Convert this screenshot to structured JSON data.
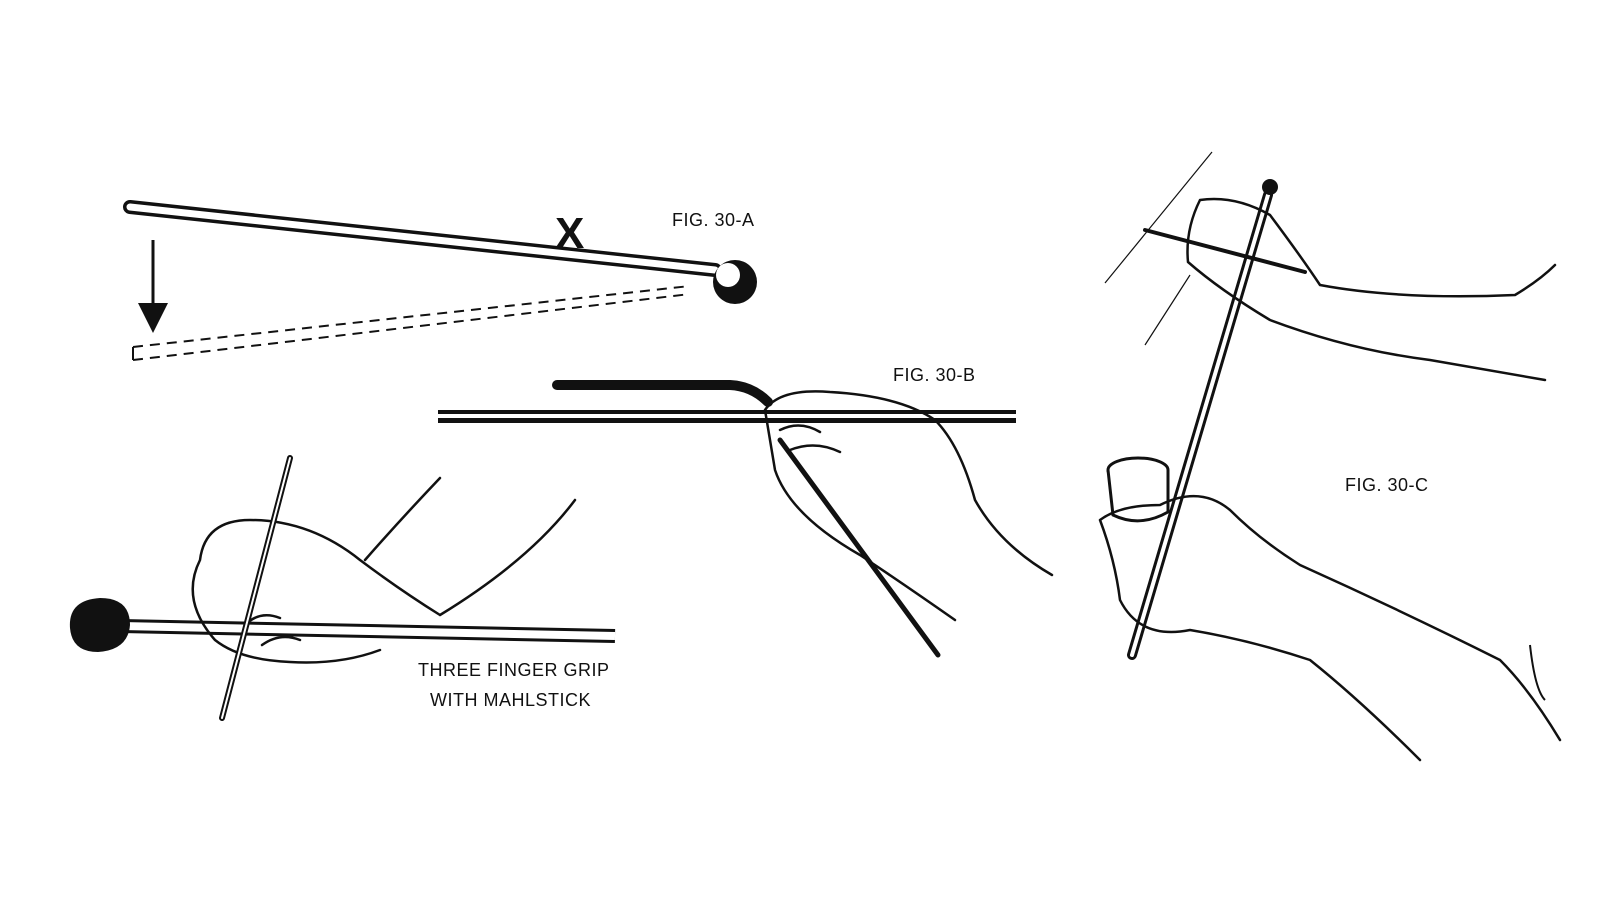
{
  "figures": {
    "fig_a": {
      "label": "FIG. 30-A",
      "mark": "X"
    },
    "fig_b": {
      "label": "FIG. 30-B"
    },
    "fig_c": {
      "label": "FIG. 30-C"
    }
  },
  "grip_caption": {
    "line1": "THREE FINGER GRIP",
    "line2": "WITH MAHLSTICK"
  },
  "colors": {
    "ink": "#111111",
    "paper": "#ffffff"
  }
}
